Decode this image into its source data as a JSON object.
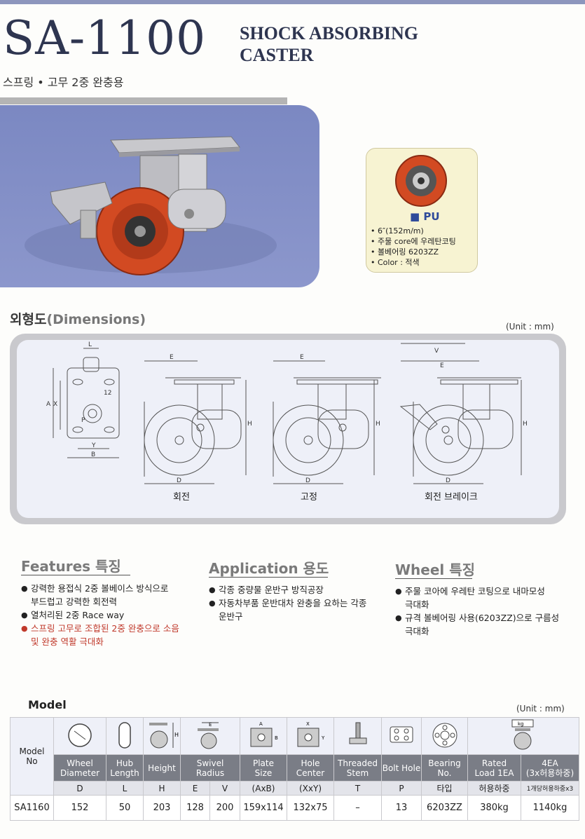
{
  "header": {
    "model_code": "SA-1100",
    "title_line1": "SHOCK ABSORBING",
    "title_line2": "CASTER",
    "subtitle": "스프링 • 고무 2중 완충용"
  },
  "wheel_info": {
    "type_label": "PU",
    "specs": [
      "• 6″(152m/m)",
      "• 주물 core에 우레탄코팅",
      "• 볼베어링 6203ZZ",
      "• Color : 적색"
    ]
  },
  "dimensions": {
    "title_ko": "외형도",
    "title_en": "(Dimensions)",
    "unit": "(Unit : mm)",
    "views": [
      "회전",
      "고정",
      "회전 브레이크"
    ],
    "labels": {
      "L": "L",
      "A": "A",
      "X": "X",
      "Y": "Y",
      "B": "B",
      "P": "P",
      "E": "E",
      "H": "H",
      "D": "D",
      "V": "V",
      "twelve": "12"
    }
  },
  "features": {
    "title": "Features 특징",
    "items": [
      {
        "text": "강력한 용접식 2중 볼베이스 방식으로",
        "cont": "부드럽고 강력한  회전력",
        "red": false
      },
      {
        "text": "열처리된 2중 Race way",
        "cont": "",
        "red": false
      },
      {
        "text": "스프링 고무로 조합된 2중 완충으로 소음",
        "cont": "및 완충 역활 극대화",
        "red": true
      }
    ]
  },
  "application": {
    "title": "Application 용도",
    "items": [
      {
        "text": "각종 중량물 운반구 방직공장",
        "cont": ""
      },
      {
        "text": "자동차부품 운반대차 완충을 요하는 각종",
        "cont": "운반구"
      }
    ]
  },
  "wheel_features": {
    "title": "Wheel 특징",
    "items": [
      {
        "text": "주물 코아에 우레탄 코팅으로 내마모성",
        "cont": "극대화"
      },
      {
        "text": "규격 볼베어링 사용(6203ZZ)으로 구름성",
        "cont": "극대화"
      }
    ]
  },
  "model_table": {
    "title": "Model",
    "unit": "(Unit : mm)",
    "model_no_label": "Model\nNo",
    "icon_labels": {
      "kg": "kg",
      "H": "H",
      "E": "E",
      "A": "A",
      "B": "B",
      "X": "X",
      "Y": "Y"
    },
    "headers": [
      "Wheel\nDiameter",
      "Hub\nLength",
      "Height",
      "Swivel\nRadius",
      "Plate\nSize",
      "Hole\nCenter",
      "Threaded\nStem",
      "Bolt Hole",
      "Bearing\nNo.",
      "Rated\nLoad 1EA",
      "4EA\n(3x허용하중)"
    ],
    "codes": [
      "D",
      "L",
      "H",
      "E",
      "V",
      "(AxB)",
      "(XxY)",
      "T",
      "P",
      "타입",
      "허용하중",
      "1개당허용하중x3"
    ],
    "rows": [
      {
        "model": "SA1160",
        "values": [
          "152",
          "50",
          "203",
          "128",
          "200",
          "159x114",
          "132x75",
          "–",
          "13",
          "6203ZZ",
          "380kg",
          "1140kg"
        ]
      }
    ]
  }
}
